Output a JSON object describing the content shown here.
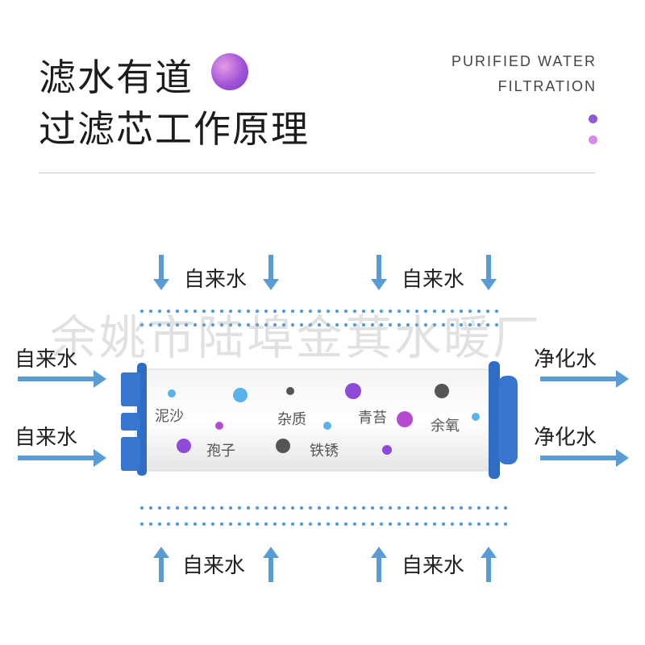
{
  "header": {
    "title_line1": "滤水有道",
    "title_line2": "过滤芯工作原理",
    "english_line1": "PURIFIED WATER",
    "english_line2": "FILTRATION"
  },
  "labels": {
    "tap_water": "自来水",
    "clean_water": "净化水"
  },
  "impurities": [
    "泥沙",
    "孢子",
    "杂质",
    "铁锈",
    "青苔",
    "余氧"
  ],
  "watermark": "余姚市陆埠金萁水暖厂",
  "colors": {
    "arrow": "#5b9bd3",
    "cap": "#2e6cc6",
    "purple": "#8f4ad8",
    "magenta": "#b54bd0",
    "grey": "#555555",
    "sky": "#59b3ea"
  }
}
